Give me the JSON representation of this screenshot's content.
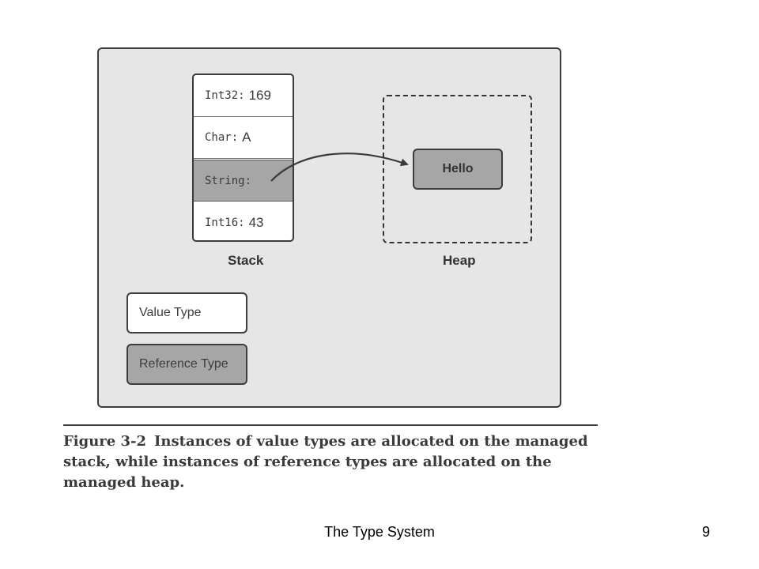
{
  "stack": {
    "cells": [
      {
        "type_name": "Int32:",
        "value": "169"
      },
      {
        "type_name": "Char:",
        "value": "A"
      },
      {
        "type_name": "String:",
        "value": ""
      },
      {
        "type_name": "Int16:",
        "value": "43"
      }
    ],
    "label": "Stack"
  },
  "heap": {
    "object_label": "Hello",
    "label": "Heap"
  },
  "legend": {
    "value_type": "Value Type",
    "reference_type": "Reference Type"
  },
  "caption": {
    "figure_number": "Figure 3-2",
    "text": "Instances of value types are allocated on the managed stack, while instances of reference types are allocated on the managed heap."
  },
  "footer": {
    "title": "The Type System",
    "page_number": "9"
  },
  "colors": {
    "value_fill": "#ffffff",
    "reference_fill": "#a6a6a6",
    "panel_background": "#e6e6e6"
  }
}
